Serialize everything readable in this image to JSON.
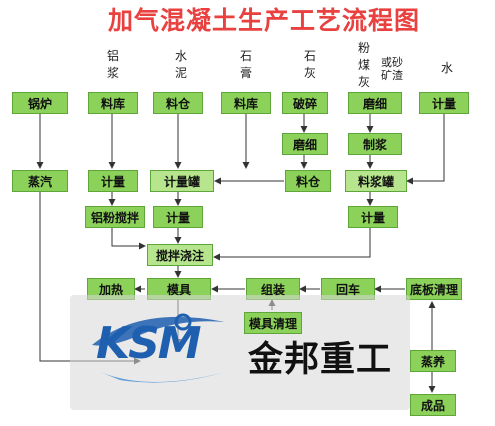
{
  "title": "加气混凝土生产工艺流程图",
  "columns": {
    "aluminum": "铝\n浆",
    "cement": "水\n泥",
    "gypsum": "石\n膏",
    "lime": "石\n灰",
    "flyash": "粉\n煤\n灰",
    "orsand": "或砂\n矿渣",
    "water": "水"
  },
  "boxes": {
    "boiler": "锅炉",
    "steam": "蒸汽",
    "store_al": "料库",
    "silo_cement": "料仓",
    "store_gypsum": "料库",
    "crush": "破碎",
    "grind1": "磨细",
    "water_meter": "计量",
    "grind2": "磨细",
    "mill_slurry": "制浆",
    "meter_al": "计量",
    "meter_tank": "计量罐",
    "silo_lime": "料仓",
    "slurry_tank": "料浆罐",
    "al_mixer": "铝粉搅拌",
    "meter_cement": "计量",
    "meter_slurry": "计量",
    "mix_pour": "搅拌浇注",
    "heat": "加热",
    "mold": "模具",
    "assemble": "组装",
    "return_car": "回车",
    "bottom_clean": "底板清理",
    "mold_clean": "模具清理",
    "autoclave": "蒸养",
    "product": "成品"
  },
  "logo": {
    "mark": "KSM",
    "name": "金邦重工",
    "mark_color": "#1f5fb0"
  },
  "colors": {
    "title": "#e8413f",
    "box": "#8cd15a",
    "line": "#333333"
  }
}
